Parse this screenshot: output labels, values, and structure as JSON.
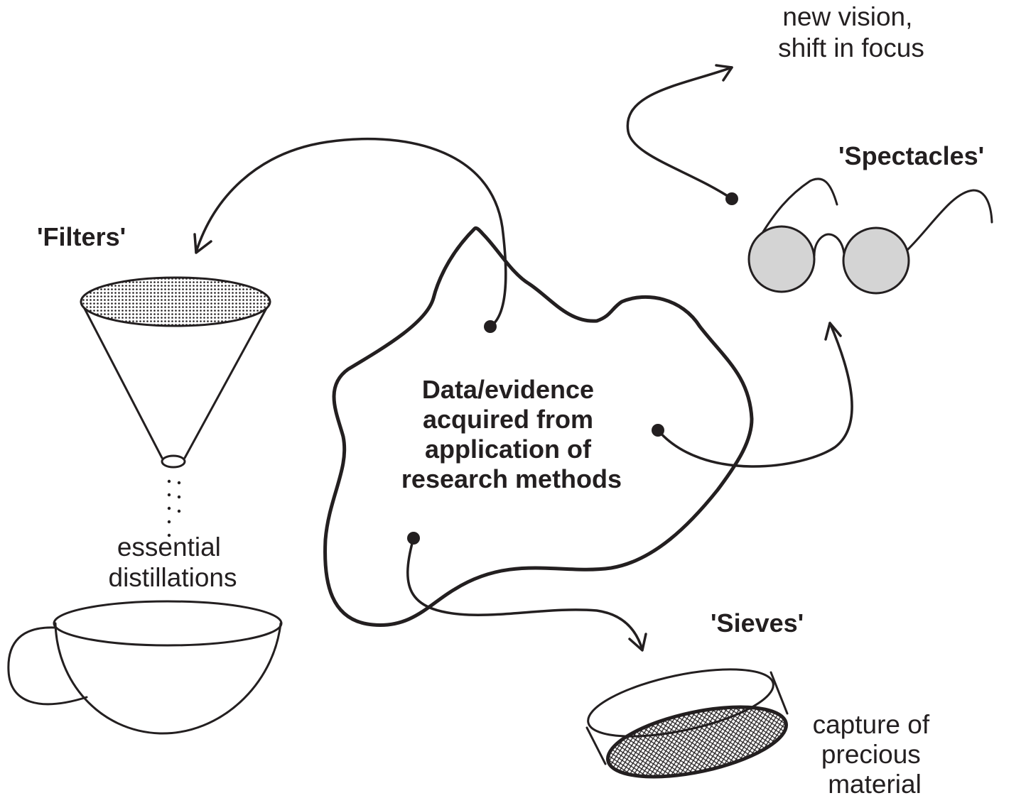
{
  "center": {
    "lines": [
      "Data/evidence",
      "acquired from",
      "application of",
      "research methods"
    ]
  },
  "filters": {
    "title": "'Filters'",
    "caption": [
      "essential",
      "distillations"
    ]
  },
  "sieves": {
    "title": "'Sieves'",
    "caption": [
      "capture of",
      "precious",
      "material"
    ]
  },
  "spectacles": {
    "title": "'Spectacles'",
    "caption": [
      "new vision,",
      "shift in focus"
    ]
  },
  "colors": {
    "ink": "#231f20",
    "lens_fill": "#d4d4d4",
    "background": "#ffffff"
  }
}
